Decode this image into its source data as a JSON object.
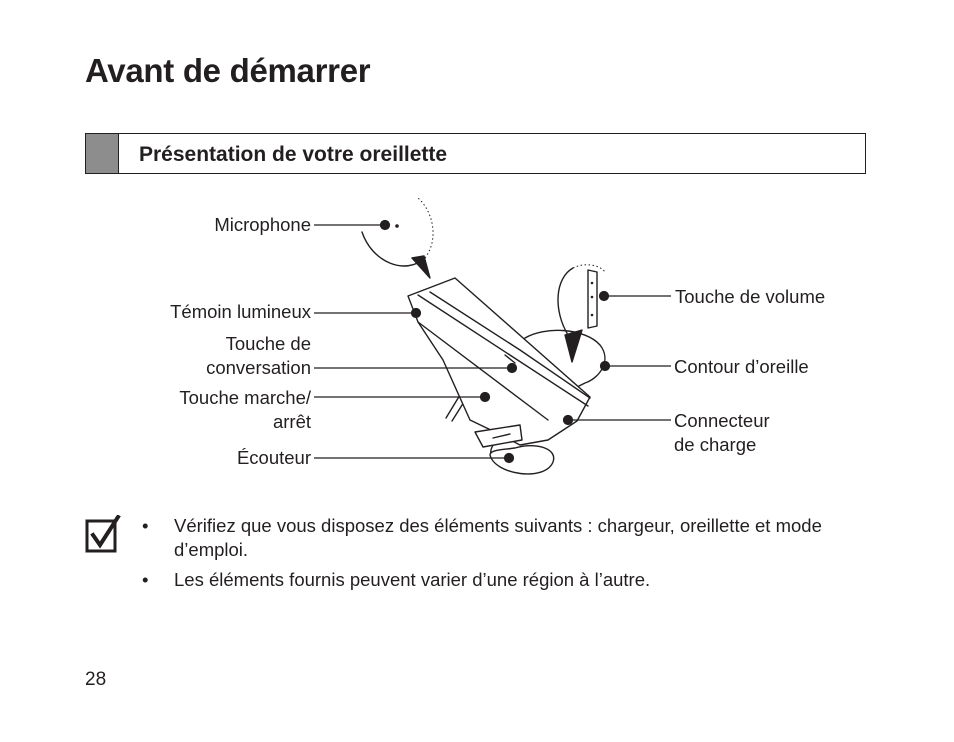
{
  "page": {
    "title": "Avant de démarrer",
    "number": "28"
  },
  "section": {
    "title": "Présentation de votre oreillette"
  },
  "diagram": {
    "labels": {
      "microphone": "Microphone",
      "indicator_light": "Témoin lumineux",
      "talk_key_line1": "Touche de",
      "talk_key_line2": "conversation",
      "power_key_line1": "Touche marche/",
      "power_key_line2": "arrêt",
      "earpiece": "Écouteur",
      "volume_key": "Touche de volume",
      "ear_hook": "Contour d’oreille",
      "charger_line1": "Connecteur",
      "charger_line2": "de charge"
    }
  },
  "notes": {
    "icon": "checkbox-icon",
    "items": [
      "Vérifiez que vous disposez des éléments suivants : chargeur, oreillette et mode d’emploi.",
      "Les éléments fournis peuvent varier d’une région à l’autre."
    ],
    "bullet": "•"
  }
}
